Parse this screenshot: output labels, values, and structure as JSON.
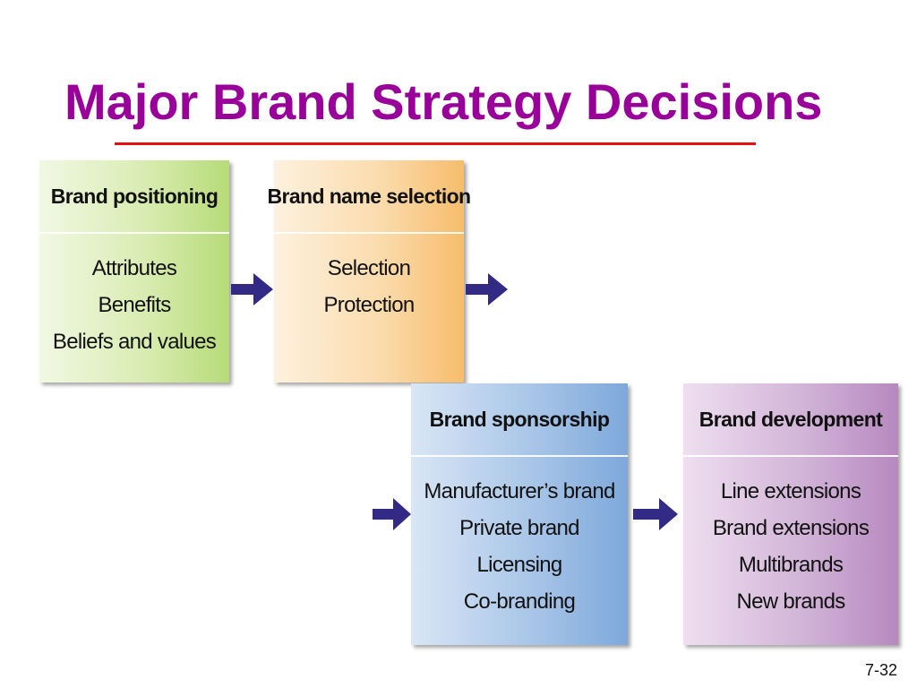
{
  "title": "Major Brand Strategy Decisions",
  "steps": [
    {
      "heading": "Brand positioning",
      "items": [
        "Attributes",
        "Benefits",
        "Beliefs and values"
      ],
      "color": "#b7db78"
    },
    {
      "heading": "Brand name selection",
      "items": [
        "Selection",
        "Protection"
      ],
      "color": "#f6bd6c"
    },
    {
      "heading": "Brand sponsorship",
      "items": [
        "Manufacturer’s brand",
        "Private brand",
        "Licensing",
        "Co-branding"
      ],
      "color": "#7ea8da"
    },
    {
      "heading": "Brand development",
      "items": [
        "Line extensions",
        "Brand extensions",
        "Multibrands",
        "New brands"
      ],
      "color": "#b689bf"
    }
  ],
  "colors": {
    "title": "#990099",
    "rule": "#e8100f",
    "arrow": "#332a85"
  },
  "page_number": "7-32"
}
